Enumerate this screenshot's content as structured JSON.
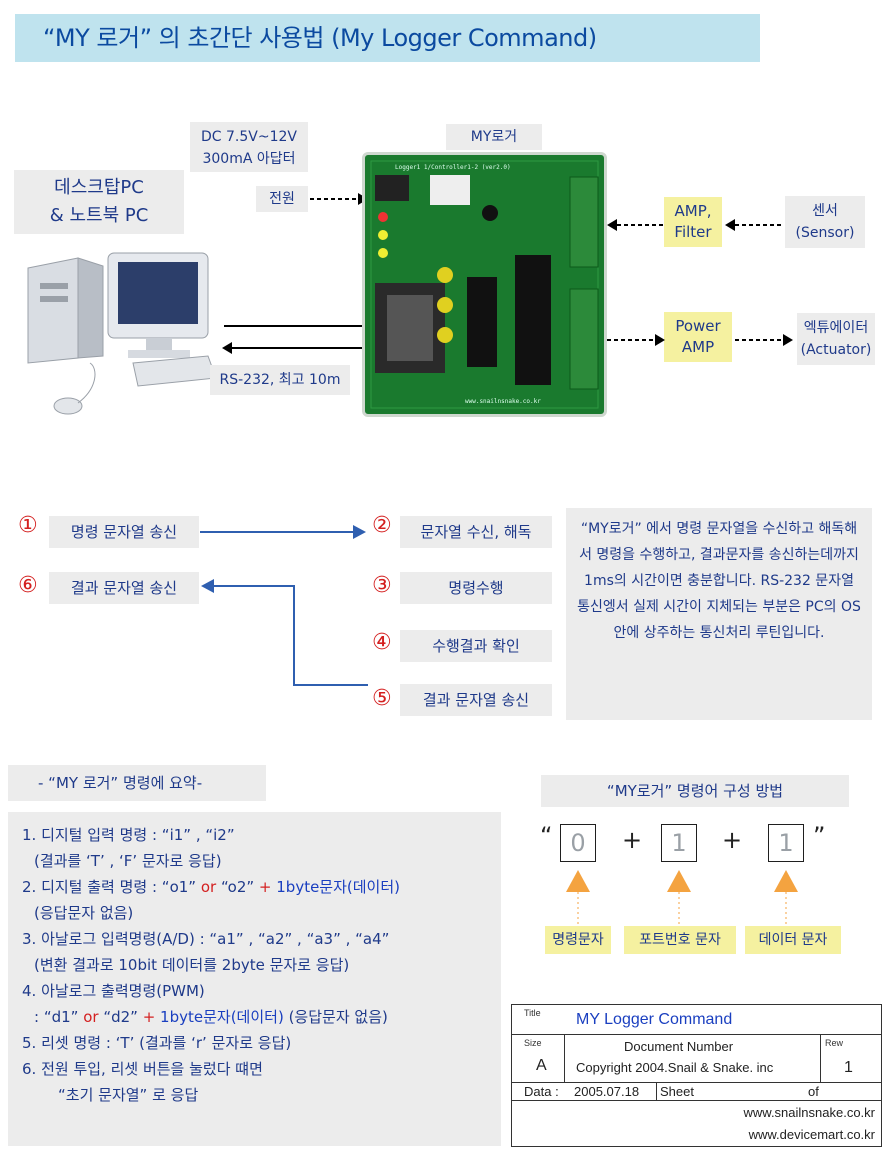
{
  "title": "“MY 로거” 의 초간단 사용법 (My Logger Command)",
  "hardware": {
    "pc_label_line1": "데스크탑PC",
    "pc_label_line2": "& 노트북 PC",
    "dc_line1": "DC 7.5V~12V",
    "dc_line2": "300mA 아답터",
    "mylogger": "MY로거",
    "power": "전원",
    "rs232": "RS-232, 최고 10m",
    "amp_filter_line1": "AMP,",
    "amp_filter_line2": "Filter",
    "power_amp_line1": "Power",
    "power_amp_line2": "AMP",
    "sensor_line1": "센서",
    "sensor_line2": "(Sensor)",
    "actuator_line1": "엑튜에이터",
    "actuator_line2": "(Actuator)",
    "board_silk": "Logger1 1/Controller1-2 (ver2.0)",
    "board_url": "www.snailnsnake.co.kr"
  },
  "steps": [
    {
      "num": "①",
      "label": "명령 문자열 송신"
    },
    {
      "num": "②",
      "label": "문자열 수신, 해독"
    },
    {
      "num": "③",
      "label": "명령수행"
    },
    {
      "num": "④",
      "label": "수행결과 확인"
    },
    {
      "num": "⑤",
      "label": "결과 문자열 송신"
    },
    {
      "num": "⑥",
      "label": "결과 문자열 송신"
    }
  ],
  "note": "“MY로거” 에서 명령 문자열을 수신하고 해독해서 명령을 수행하고, 결과문자를 송신하는데까지 1ms의 시간이면 충분합니다. RS-232 문자열 통신엥서 실제 시간이 지체되는 부분은 PC의 OS안에 상주하는 통신처리 루틴입니다.",
  "summary_head": "- “MY 로거” 명령에 요약-",
  "summary": {
    "l1": "1. 디지털 입력 명령 :  “i1” , “i2”",
    "l2": "(결과를 ‘T’ , ‘F’ 문자로 응답)",
    "l3a": "2. 디지털 출력 명령 : “o1”",
    "l3or": " or ",
    "l3b": "“o2”",
    "l3plus": " + ",
    "l3c": "1byte문자(데이터)",
    "l4": "(응답문자 없음)",
    "l5": "3. 아날로그 입력명령(A/D) :  “a1” , “a2” , “a3” , “a4”",
    "l6": "(변환 결과로 10bit 데이터를 2byte 문자로 응답)",
    "l7": "4. 아날로그 출력명령(PWM)",
    "l8a": ":  “d1”",
    "l8or": " or ",
    "l8b": "“d2”",
    "l8plus": " + ",
    "l8c": "1byte문자(데이터)",
    "l8d": " (응답문자 없음)",
    "l9": "5. 리셋 명령 :  ‘T’ (결과를 ‘r’ 문자로 응답)",
    "l10": "6. 전원 투입, 리셋 버튼을 눌렀다 떄면",
    "l11": "“초기 문자열” 로 응답"
  },
  "compose": {
    "head": "“MY로거” 명령어 구성 방법",
    "open_quote": "“",
    "close_quote": "”",
    "d1": "0",
    "d2": "1",
    "d3": "1",
    "plus": "+",
    "lbl1": "명령문자",
    "lbl2": "포트번호 문자",
    "lbl3": "데이터 문자"
  },
  "titleblock": {
    "title_key": "Title",
    "title_val": "MY Logger Command",
    "size_key": "Size",
    "size_val": "A",
    "docnum_key": "Document Number",
    "docnum_val": "Copyright 2004.Snail & Snake. inc",
    "rev_key": "Rew",
    "rev_val": "1",
    "date_key": "Data :",
    "date_val": "2005.07.18",
    "sheet_key": "Sheet",
    "of_key": "of",
    "url1": "www.snailnsnake.co.kr",
    "url2": "www.devicemart.co.kr"
  },
  "colors": {
    "accent_red": "#d42020",
    "text_blue": "#1f3a8a",
    "title_bg": "#bfe3ee",
    "label_yellow": "#f5f1a0",
    "box_gray": "#ececec",
    "arrow_blue": "#2f5fb0",
    "arrow_orange": "#f4a340"
  }
}
